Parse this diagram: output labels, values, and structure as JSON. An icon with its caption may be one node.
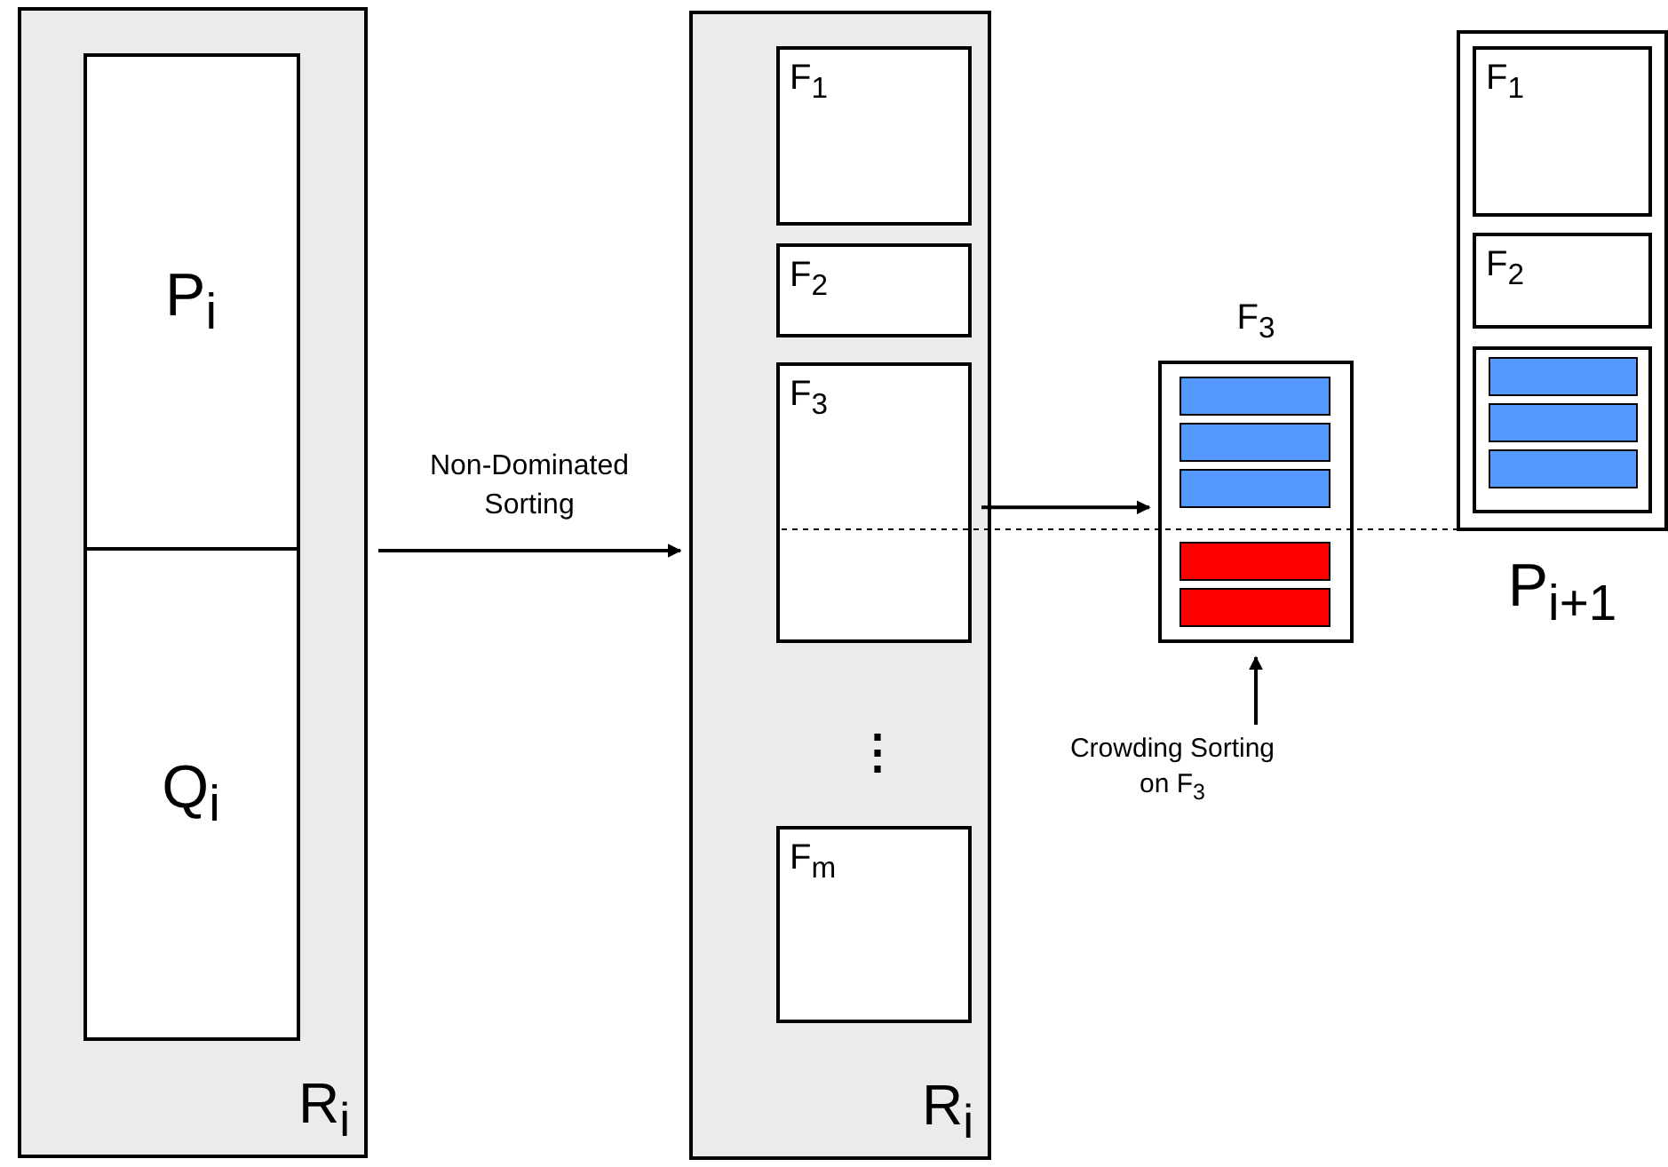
{
  "diagram": {
    "nodes": [
      {
        "text": [
          "R$_{i}$"
        ]
      },
      {
        "text": [
          "P$_{i}$"
        ],
        "in": 0
      },
      {
        "text": [
          "Q$_{i}$"
        ],
        "in": 0
      },
      {
        "text": [
          "R$_{i}$"
        ]
      },
      {
        "text": [
          "F$_{1}$"
        ],
        "in": 3
      },
      {
        "text": [
          "F$_{2}$"
        ],
        "in": 3
      },
      {
        "text": [
          "F$_{3}$"
        ],
        "in": 3
      },
      {
        "text": [
          "F$_{m}$"
        ],
        "in": 3
      },
      {
        "text": [
          "F$_{3}$"
        ]
      },
      {
        "text": [],
        "shape": "bar",
        "in": 8
      },
      {
        "text": [],
        "shape": "bar",
        "in": 8
      },
      {
        "text": [],
        "shape": "bar",
        "in": 8
      },
      {
        "text": [],
        "shape": "bar",
        "in": 8
      },
      {
        "text": [],
        "shape": "bar",
        "in": 8
      },
      {
        "text": [
          "P$_{i+1}$"
        ]
      },
      {
        "text": [
          "F$_{1}$"
        ],
        "in": 14
      },
      {
        "text": [
          "F$_{2}$"
        ],
        "in": 14
      },
      {
        "text": [],
        "shape": "box",
        "in": 14
      },
      {
        "text": [],
        "shape": "bar",
        "in": 17
      },
      {
        "text": [],
        "shape": "bar",
        "in": 17
      },
      {
        "text": [],
        "shape": "bar",
        "in": 17
      },
      {
        "text": [
          "Crowding Sorting on F$_{3}$"
        ]
      }
    ],
    "edges": [
      {
        "from": 0,
        "to": 3,
        "arrow": "to",
        "label": "Non-Dominated Sorting"
      },
      {
        "from": 6,
        "to": 8,
        "arrow": "to"
      },
      {
        "from": 21,
        "to": 8,
        "arrow": "to"
      }
    ],
    "labels": [
      "⋮"
    ]
  }
}
